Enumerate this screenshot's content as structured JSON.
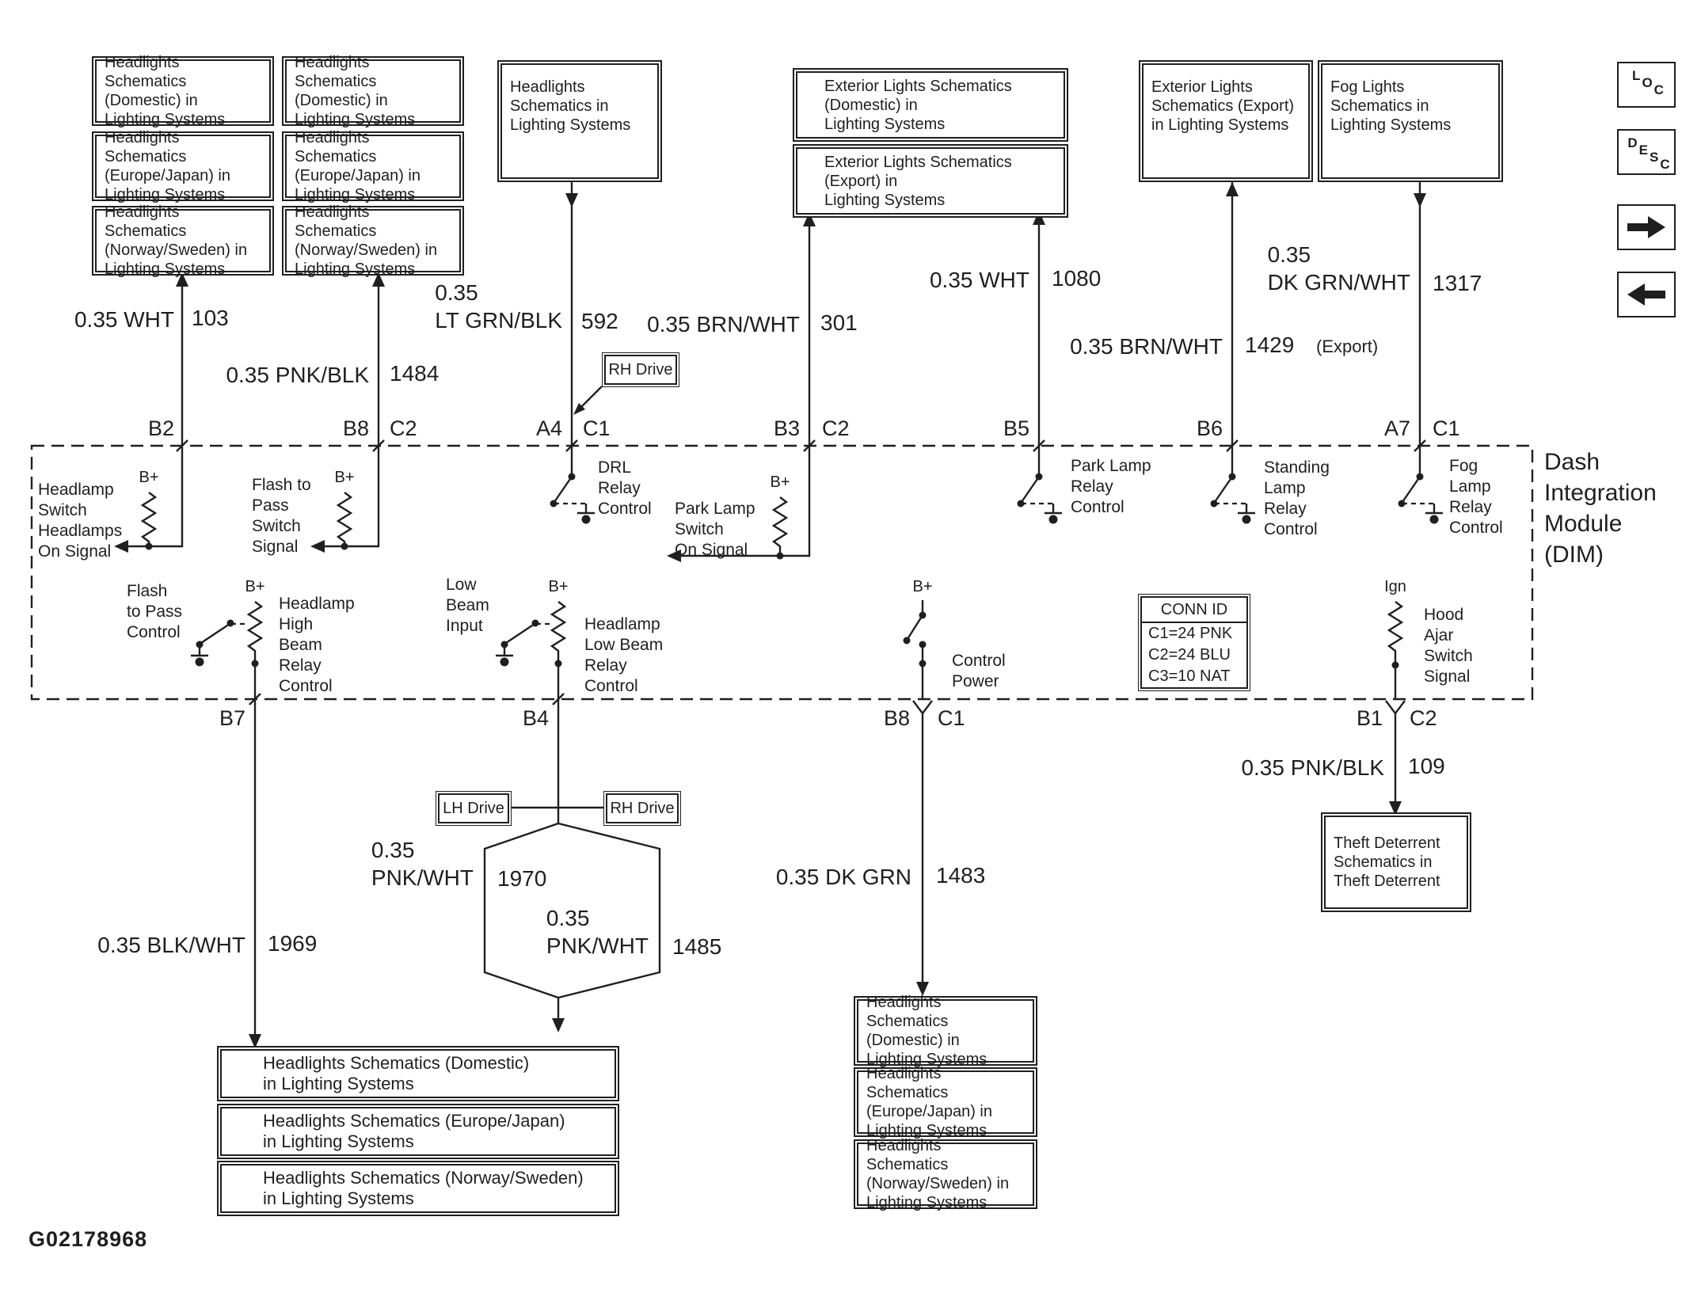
{
  "figure_id": "G02178968",
  "colors": {
    "ink": "#1f1f1f",
    "paper": "#ffffff"
  },
  "module": {
    "label": "Dash\nIntegration\nModule\n(DIM)"
  },
  "nav": {
    "loc": "LOC",
    "desc": "DESC"
  },
  "tags": {
    "rh_drive_top": "RH Drive",
    "lh_drive": "LH Drive",
    "rh_drive": "RH Drive"
  },
  "pins": {
    "top": [
      "B2",
      "B8",
      "C2",
      "A4",
      "C1",
      "B3",
      "C2",
      "B5",
      "B6",
      "A7",
      "C1"
    ],
    "bottom": [
      "B7",
      "B4",
      "B8",
      "C1",
      "B1",
      "C2"
    ]
  },
  "wires": {
    "w103": {
      "spec": "0.35 WHT",
      "circuit": "103"
    },
    "w1484": {
      "spec": "0.35 PNK/BLK",
      "circuit": "1484"
    },
    "w592": {
      "spec": "0.35\nLT GRN/BLK",
      "circuit": "592"
    },
    "w301": {
      "spec": "0.35 BRN/WHT",
      "circuit": "301"
    },
    "w1080": {
      "spec": "0.35 WHT",
      "circuit": "1080"
    },
    "w1429": {
      "spec": "0.35 BRN/WHT",
      "circuit": "1429",
      "note": "(Export)"
    },
    "w1317": {
      "spec": "0.35\nDK GRN/WHT",
      "circuit": "1317"
    },
    "w1970": {
      "spec": "0.35\nPNK/WHT",
      "circuit": "1970"
    },
    "w1485": {
      "spec": "0.35\nPNK/WHT",
      "circuit": "1485"
    },
    "w1969": {
      "spec": "0.35 BLK/WHT",
      "circuit": "1969"
    },
    "w1483": {
      "spec": "0.35 DK GRN",
      "circuit": "1483"
    },
    "w109": {
      "spec": "0.35 PNK/BLK",
      "circuit": "109"
    }
  },
  "internal": {
    "bplus": "B+",
    "ign": "Ign",
    "headlamp_switch": "Headlamp\nSwitch\nHeadlamps\nOn Signal",
    "flash_pass_switch": "Flash to\nPass\nSwitch\nSignal",
    "drl_relay": "DRL\nRelay\nControl",
    "park_switch": "Park Lamp\nSwitch\nOn Signal",
    "park_relay": "Park Lamp\nRelay\nControl",
    "standing_relay": "Standing\nLamp\nRelay\nControl",
    "fog_relay": "Fog\nLamp\nRelay\nControl",
    "flash_pass_control": "Flash\nto Pass\nControl",
    "high_beam_relay": "Headlamp\nHigh\nBeam\nRelay\nControl",
    "low_beam_input": "Low\nBeam\nInput",
    "low_beam_relay": "Headlamp\nLow Beam\nRelay\nControl",
    "control_power": "Control\nPower",
    "hood_ajar": "Hood\nAjar\nSwitch\nSignal",
    "conn_id": {
      "title": "CONN ID",
      "rows": [
        "C1=24 PNK",
        "C2=24 BLU",
        "C3=10 NAT"
      ]
    }
  },
  "ref_boxes": {
    "hl_dom_a": "Headlights Schematics\n(Domestic) in\nLighting Systems",
    "hl_ej_a": "Headlights Schematics\n(Europe/Japan) in\nLighting Systems",
    "hl_ns_a": "Headlights Schematics\n(Norway/Sweden) in\nLighting Systems",
    "hl_dom_b": "Headlights Schematics\n(Domestic) in\nLighting Systems",
    "hl_ej_b": "Headlights Schematics\n(Europe/Japan) in\nLighting Systems",
    "hl_ns_b": "Headlights Schematics\n(Norway/Sweden) in\nLighting Systems",
    "hl_single": "Headlights\nSchematics in\nLighting Systems",
    "ext_dom": "Exterior Lights Schematics\n(Domestic) in\nLighting Systems",
    "ext_exp": "Exterior Lights Schematics\n(Export) in\nLighting Systems",
    "ext_exp_right": "Exterior Lights\nSchematics (Export)\nin Lighting Systems",
    "fog": "Fog Lights\nSchematics in\nLighting Systems",
    "theft": "Theft Deterrent\nSchematics in\nTheft Deterrent",
    "bl_dom": "Headlights Schematics (Domestic)\nin Lighting Systems",
    "bl_ej": "Headlights Schematics (Europe/Japan)\nin Lighting Systems",
    "bl_ns": "Headlights Schematics (Norway/Sweden)\nin Lighting Systems",
    "bm_dom": "Headlights Schematics\n(Domestic) in\nLighting Systems",
    "bm_ej": "Headlights Schematics\n(Europe/Japan) in\nLighting Systems",
    "bm_ns": "Headlights Schematics\n(Norway/Sweden) in\nLighting Systems"
  }
}
